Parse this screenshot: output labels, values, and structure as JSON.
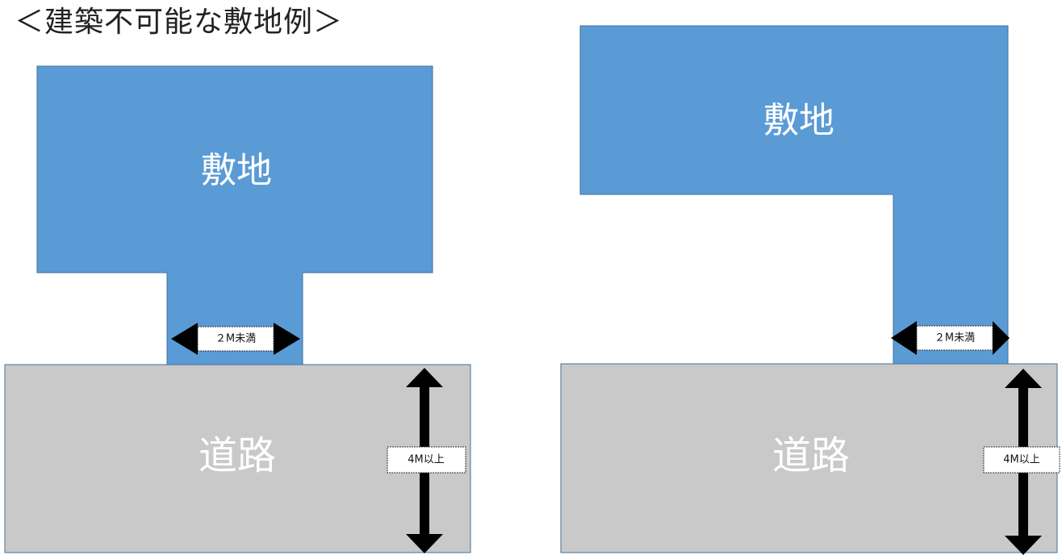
{
  "title": "＜建築不可能な敷地例＞",
  "diagrams": [
    {
      "lot_label": "敷地",
      "road_label": "道路",
      "frontage_label": "２M未満",
      "road_width_label": "4M以上"
    },
    {
      "lot_label": "敷地",
      "road_label": "道路",
      "frontage_label": "２M未満",
      "road_width_label": "4M以上"
    }
  ],
  "colors": {
    "lot_fill": "#5b9bd5",
    "lot_stroke": "#41719c",
    "road_fill": "#c9c9c9",
    "road_stroke": "#41719c",
    "arrow": "#000000",
    "label_box": "#ffffff"
  }
}
